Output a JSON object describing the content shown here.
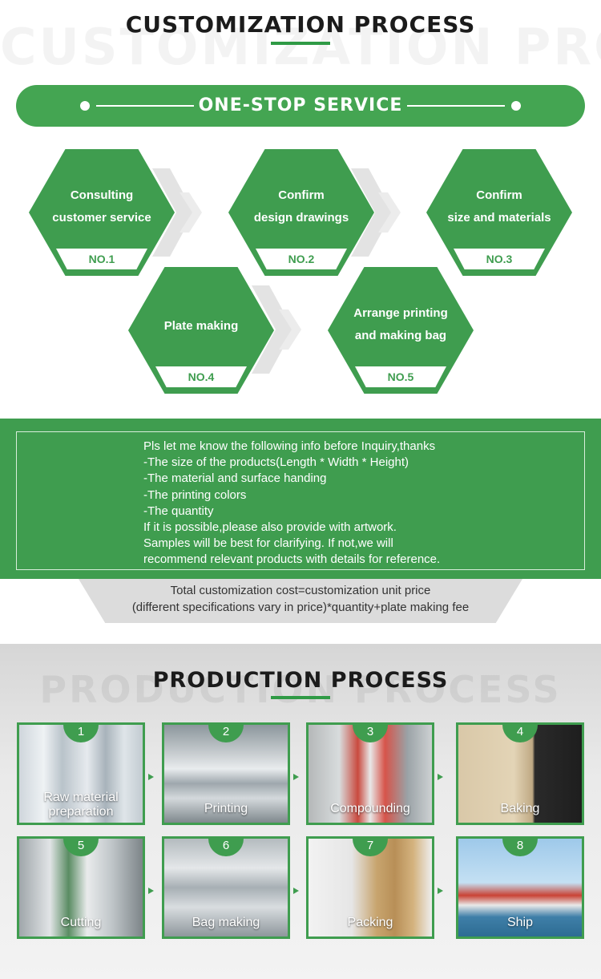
{
  "customization": {
    "ghost_title": "CUSTOMIZATION PROCESS",
    "title": "CUSTOMIZATION PROCESS",
    "banner": "ONE-STOP SERVICE",
    "steps": [
      {
        "line1": "Consulting",
        "line2": "customer service",
        "no": "NO.1"
      },
      {
        "line1": "Confirm",
        "line2": "design drawings",
        "no": "NO.2"
      },
      {
        "line1": "Confirm",
        "line2": "size and materials",
        "no": "NO.3"
      },
      {
        "line1": "Plate making",
        "line2": "",
        "no": "NO.4"
      },
      {
        "line1": "Arrange printing",
        "line2": "and making bag",
        "no": "NO.5"
      }
    ]
  },
  "info": {
    "lines": [
      "Pls let me know the following info before Inquiry,thanks",
      "-The size of the products(Length * Width * Height)",
      "-The material and surface handing",
      "-The printing colors",
      "-The quantity",
      "If it is possible,please also provide with artwork.",
      "Samples will be best for clarifying. If not,we will",
      "recommend relevant products with details for reference."
    ]
  },
  "cost": {
    "line1": "Total customization cost=customization unit price",
    "line2": "(different specifications vary in price)*quantity+plate making fee"
  },
  "production": {
    "ghost_title": "PRODUCTION PROCESS",
    "title": "PRODUCTION PROCESS",
    "steps": [
      {
        "num": "1",
        "caption": "Raw material preparation"
      },
      {
        "num": "2",
        "caption": "Printing"
      },
      {
        "num": "3",
        "caption": "Compounding"
      },
      {
        "num": "4",
        "caption": "Baking"
      },
      {
        "num": "5",
        "caption": "Cutting"
      },
      {
        "num": "6",
        "caption": "Bag making"
      },
      {
        "num": "7",
        "caption": "Packing"
      },
      {
        "num": "8",
        "caption": "Ship"
      }
    ]
  },
  "colors": {
    "brand_green": "#3f9d4f",
    "banner_green": "#44a552"
  }
}
